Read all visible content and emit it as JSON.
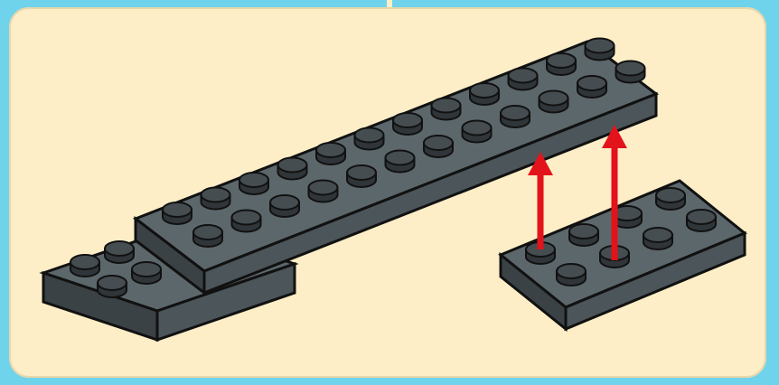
{
  "scene": {
    "background_color": "#6fd3ec",
    "panel_color": "#fdeec7",
    "brick_color": "#4c5559",
    "brick_top_color": "#5c676b",
    "stud_color": "#3f4649",
    "outline_color": "#111111",
    "arrow_color": "#e3131b",
    "parts": [
      {
        "name": "long-plate",
        "studs_shown": "2x12"
      },
      {
        "name": "base-plate",
        "studs_shown": "2x4"
      },
      {
        "name": "small-plate",
        "studs_shown": "2x4"
      }
    ],
    "arrows": 2,
    "icons": [
      "arrow-up-icon",
      "arrow-up-icon"
    ]
  }
}
